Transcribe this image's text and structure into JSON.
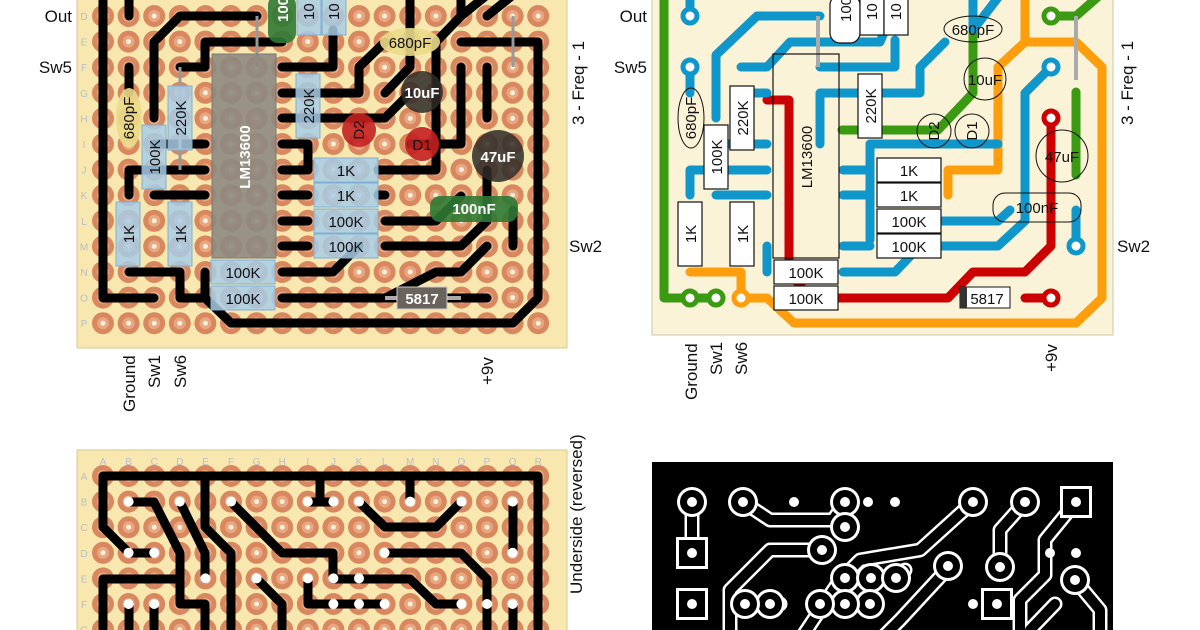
{
  "stripboard_top": {
    "row_labels": [
      "D",
      "E",
      "F",
      "G",
      "H",
      "I",
      "J",
      "K",
      "L",
      "M",
      "N",
      "O",
      "P"
    ],
    "labels": {
      "out": "Out",
      "sw5": "Sw5",
      "sw2": "Sw2",
      "freq": "3  -  Freq  -  1",
      "ground": "Ground",
      "sw1": "Sw1",
      "sw6": "Sw6",
      "v9": "+9v"
    },
    "components": {
      "ic": "LM13600",
      "c680_a": "680pF",
      "c680_b": "680pF",
      "r100k_v": "100K",
      "r220k_a": "220K",
      "r220k_b": "220K",
      "r1k_a": "1K",
      "r1k_b": "1K",
      "r1k_c": "1K",
      "r1k_d": "1K",
      "r100k_l": "100K",
      "r100k_m": "100K",
      "r100k_n": "100K",
      "r100k_o": "100K",
      "c10u": "10uF",
      "c47u": "47uF",
      "c100n": "100nF",
      "d1": "D1",
      "d2": "D2",
      "diode": "5817",
      "top_green": "100",
      "top_r1": "10",
      "top_r2": "10"
    }
  },
  "underside": {
    "title": "Underside (reversed)",
    "col_labels": [
      "A",
      "B",
      "C",
      "D",
      "E",
      "F",
      "G",
      "H",
      "I",
      "J",
      "K",
      "L",
      "M",
      "N",
      "O",
      "P",
      "Q",
      "R"
    ],
    "row_labels": [
      "A",
      "B",
      "C",
      "D",
      "E",
      "F",
      "G"
    ]
  },
  "colors": {
    "board": "#f8e8b0",
    "copper": "#d8875f",
    "blue": "#0f97cc",
    "green": "#3a9a12",
    "orange": "#ff9e0c",
    "red": "#cc0000"
  }
}
